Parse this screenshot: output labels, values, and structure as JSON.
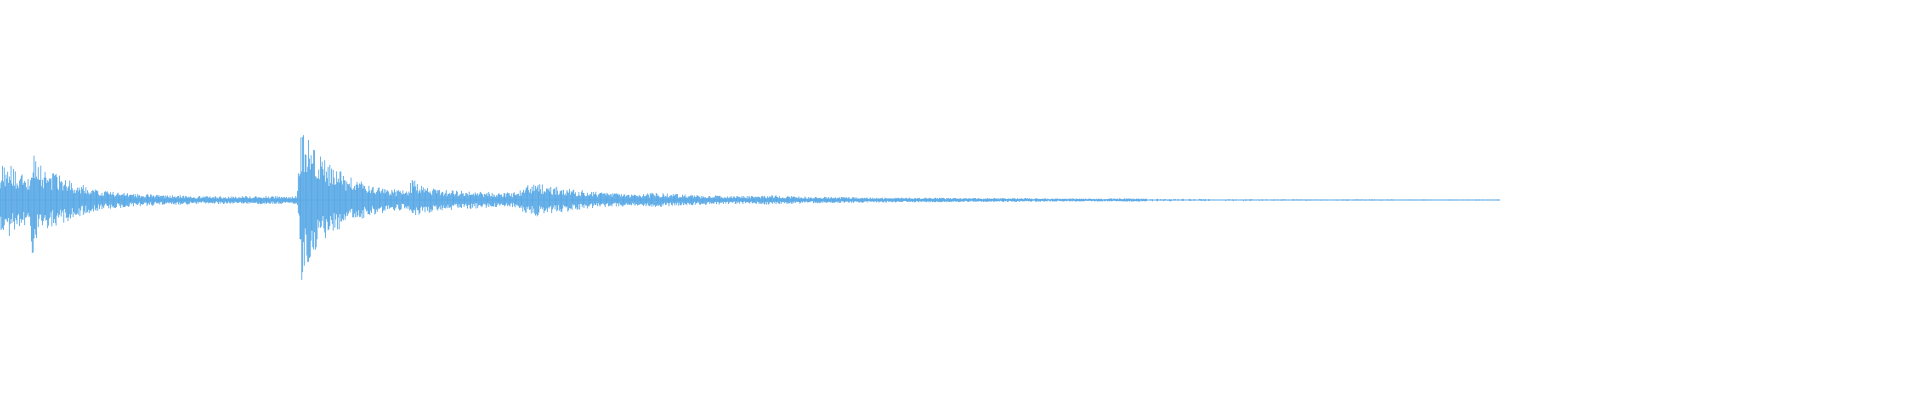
{
  "waveform": {
    "color": "#5aa9e6",
    "background": "#ffffff",
    "envelope": [
      [
        0.0,
        0.4
      ],
      [
        0.003,
        0.48
      ],
      [
        0.008,
        0.42
      ],
      [
        0.014,
        0.34
      ],
      [
        0.02,
        0.27
      ],
      [
        0.022,
        0.78
      ],
      [
        0.023,
        0.55
      ],
      [
        0.026,
        0.45
      ],
      [
        0.032,
        0.36
      ],
      [
        0.04,
        0.3
      ],
      [
        0.05,
        0.22
      ],
      [
        0.06,
        0.16
      ],
      [
        0.07,
        0.11
      ],
      [
        0.08,
        0.1
      ],
      [
        0.09,
        0.08
      ],
      [
        0.1,
        0.07
      ],
      [
        0.11,
        0.06
      ],
      [
        0.12,
        0.06
      ],
      [
        0.13,
        0.05
      ],
      [
        0.14,
        0.05
      ],
      [
        0.15,
        0.05
      ],
      [
        0.16,
        0.05
      ],
      [
        0.17,
        0.05
      ],
      [
        0.18,
        0.05
      ],
      [
        0.19,
        0.05
      ],
      [
        0.198,
        0.05
      ],
      [
        0.201,
        0.98
      ],
      [
        0.203,
        0.92
      ],
      [
        0.206,
        0.78
      ],
      [
        0.21,
        0.65
      ],
      [
        0.215,
        0.52
      ],
      [
        0.22,
        0.43
      ],
      [
        0.228,
        0.34
      ],
      [
        0.236,
        0.27
      ],
      [
        0.245,
        0.21
      ],
      [
        0.255,
        0.16
      ],
      [
        0.265,
        0.13
      ],
      [
        0.272,
        0.12
      ],
      [
        0.275,
        0.28
      ],
      [
        0.278,
        0.2
      ],
      [
        0.285,
        0.16
      ],
      [
        0.295,
        0.13
      ],
      [
        0.305,
        0.12
      ],
      [
        0.315,
        0.11
      ],
      [
        0.325,
        0.1
      ],
      [
        0.335,
        0.09
      ],
      [
        0.345,
        0.1
      ],
      [
        0.35,
        0.18
      ],
      [
        0.358,
        0.2
      ],
      [
        0.365,
        0.18
      ],
      [
        0.375,
        0.15
      ],
      [
        0.385,
        0.13
      ],
      [
        0.395,
        0.11
      ],
      [
        0.405,
        0.09
      ],
      [
        0.415,
        0.08
      ],
      [
        0.425,
        0.07
      ],
      [
        0.435,
        0.09
      ],
      [
        0.445,
        0.08
      ],
      [
        0.455,
        0.07
      ],
      [
        0.465,
        0.06
      ],
      [
        0.475,
        0.06
      ],
      [
        0.485,
        0.05
      ],
      [
        0.495,
        0.05
      ],
      [
        0.505,
        0.05
      ],
      [
        0.515,
        0.06
      ],
      [
        0.525,
        0.05
      ],
      [
        0.54,
        0.04
      ],
      [
        0.555,
        0.04
      ],
      [
        0.57,
        0.035
      ],
      [
        0.585,
        0.03
      ],
      [
        0.6,
        0.03
      ],
      [
        0.62,
        0.03
      ],
      [
        0.64,
        0.025
      ],
      [
        0.66,
        0.025
      ],
      [
        0.68,
        0.025
      ],
      [
        0.7,
        0.02
      ],
      [
        0.72,
        0.02
      ],
      [
        0.74,
        0.02
      ],
      [
        0.76,
        0.02
      ],
      [
        0.78,
        0.015
      ],
      [
        0.8,
        0.015
      ],
      [
        0.82,
        0.015
      ],
      [
        0.84,
        0.012
      ],
      [
        0.86,
        0.012
      ],
      [
        0.88,
        0.01
      ],
      [
        0.9,
        0.01
      ],
      [
        0.92,
        0.01
      ],
      [
        0.94,
        0.008
      ],
      [
        0.96,
        0.008
      ],
      [
        0.98,
        0.008
      ],
      [
        1.0,
        0.008
      ]
    ],
    "sparse_tail_end": 0.765
  }
}
